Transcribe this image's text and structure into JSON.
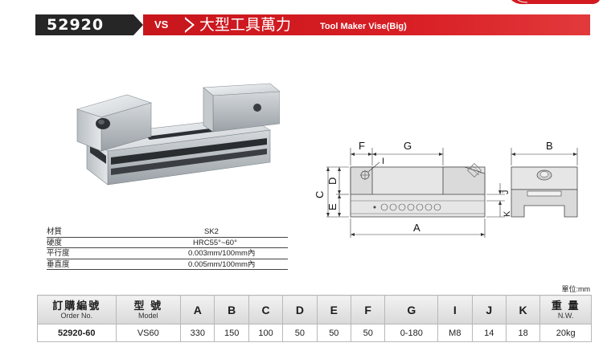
{
  "header": {
    "code": "52920",
    "vs": "VS",
    "title_cn": "大型工具萬力",
    "title_en": "Tool Maker Vise(Big)",
    "accent_color": "#d0191f",
    "dark_color": "#262626"
  },
  "specs": [
    {
      "label": "材質",
      "value": "SK2"
    },
    {
      "label": "硬度",
      "value": "HRC55°~60°"
    },
    {
      "label": "平行度",
      "value": "0.003mm/100mm內"
    },
    {
      "label": "垂直度",
      "value": "0.005mm/100mm內"
    }
  ],
  "diagram": {
    "labels": {
      "F": "F",
      "G": "G",
      "B": "B",
      "C": "C",
      "D": "D",
      "E": "E",
      "I": "I",
      "J": "J",
      "K": "K",
      "A": "A"
    }
  },
  "table": {
    "unit": "單位:mm",
    "headers": [
      {
        "cn": "訂購編號",
        "en": "Order No."
      },
      {
        "cn": "型 號",
        "en": "Model"
      },
      {
        "cn": "A",
        "en": ""
      },
      {
        "cn": "B",
        "en": ""
      },
      {
        "cn": "C",
        "en": ""
      },
      {
        "cn": "D",
        "en": ""
      },
      {
        "cn": "E",
        "en": ""
      },
      {
        "cn": "F",
        "en": ""
      },
      {
        "cn": "G",
        "en": ""
      },
      {
        "cn": "I",
        "en": ""
      },
      {
        "cn": "J",
        "en": ""
      },
      {
        "cn": "K",
        "en": ""
      },
      {
        "cn": "重 量",
        "en": "N.W."
      }
    ],
    "row": {
      "order_no": "52920-60",
      "model": "VS60",
      "A": "330",
      "B": "150",
      "C": "100",
      "D": "50",
      "E": "50",
      "F": "50",
      "G": "0-180",
      "I": "M8",
      "J": "14",
      "K": "18",
      "weight": "20kg"
    }
  }
}
